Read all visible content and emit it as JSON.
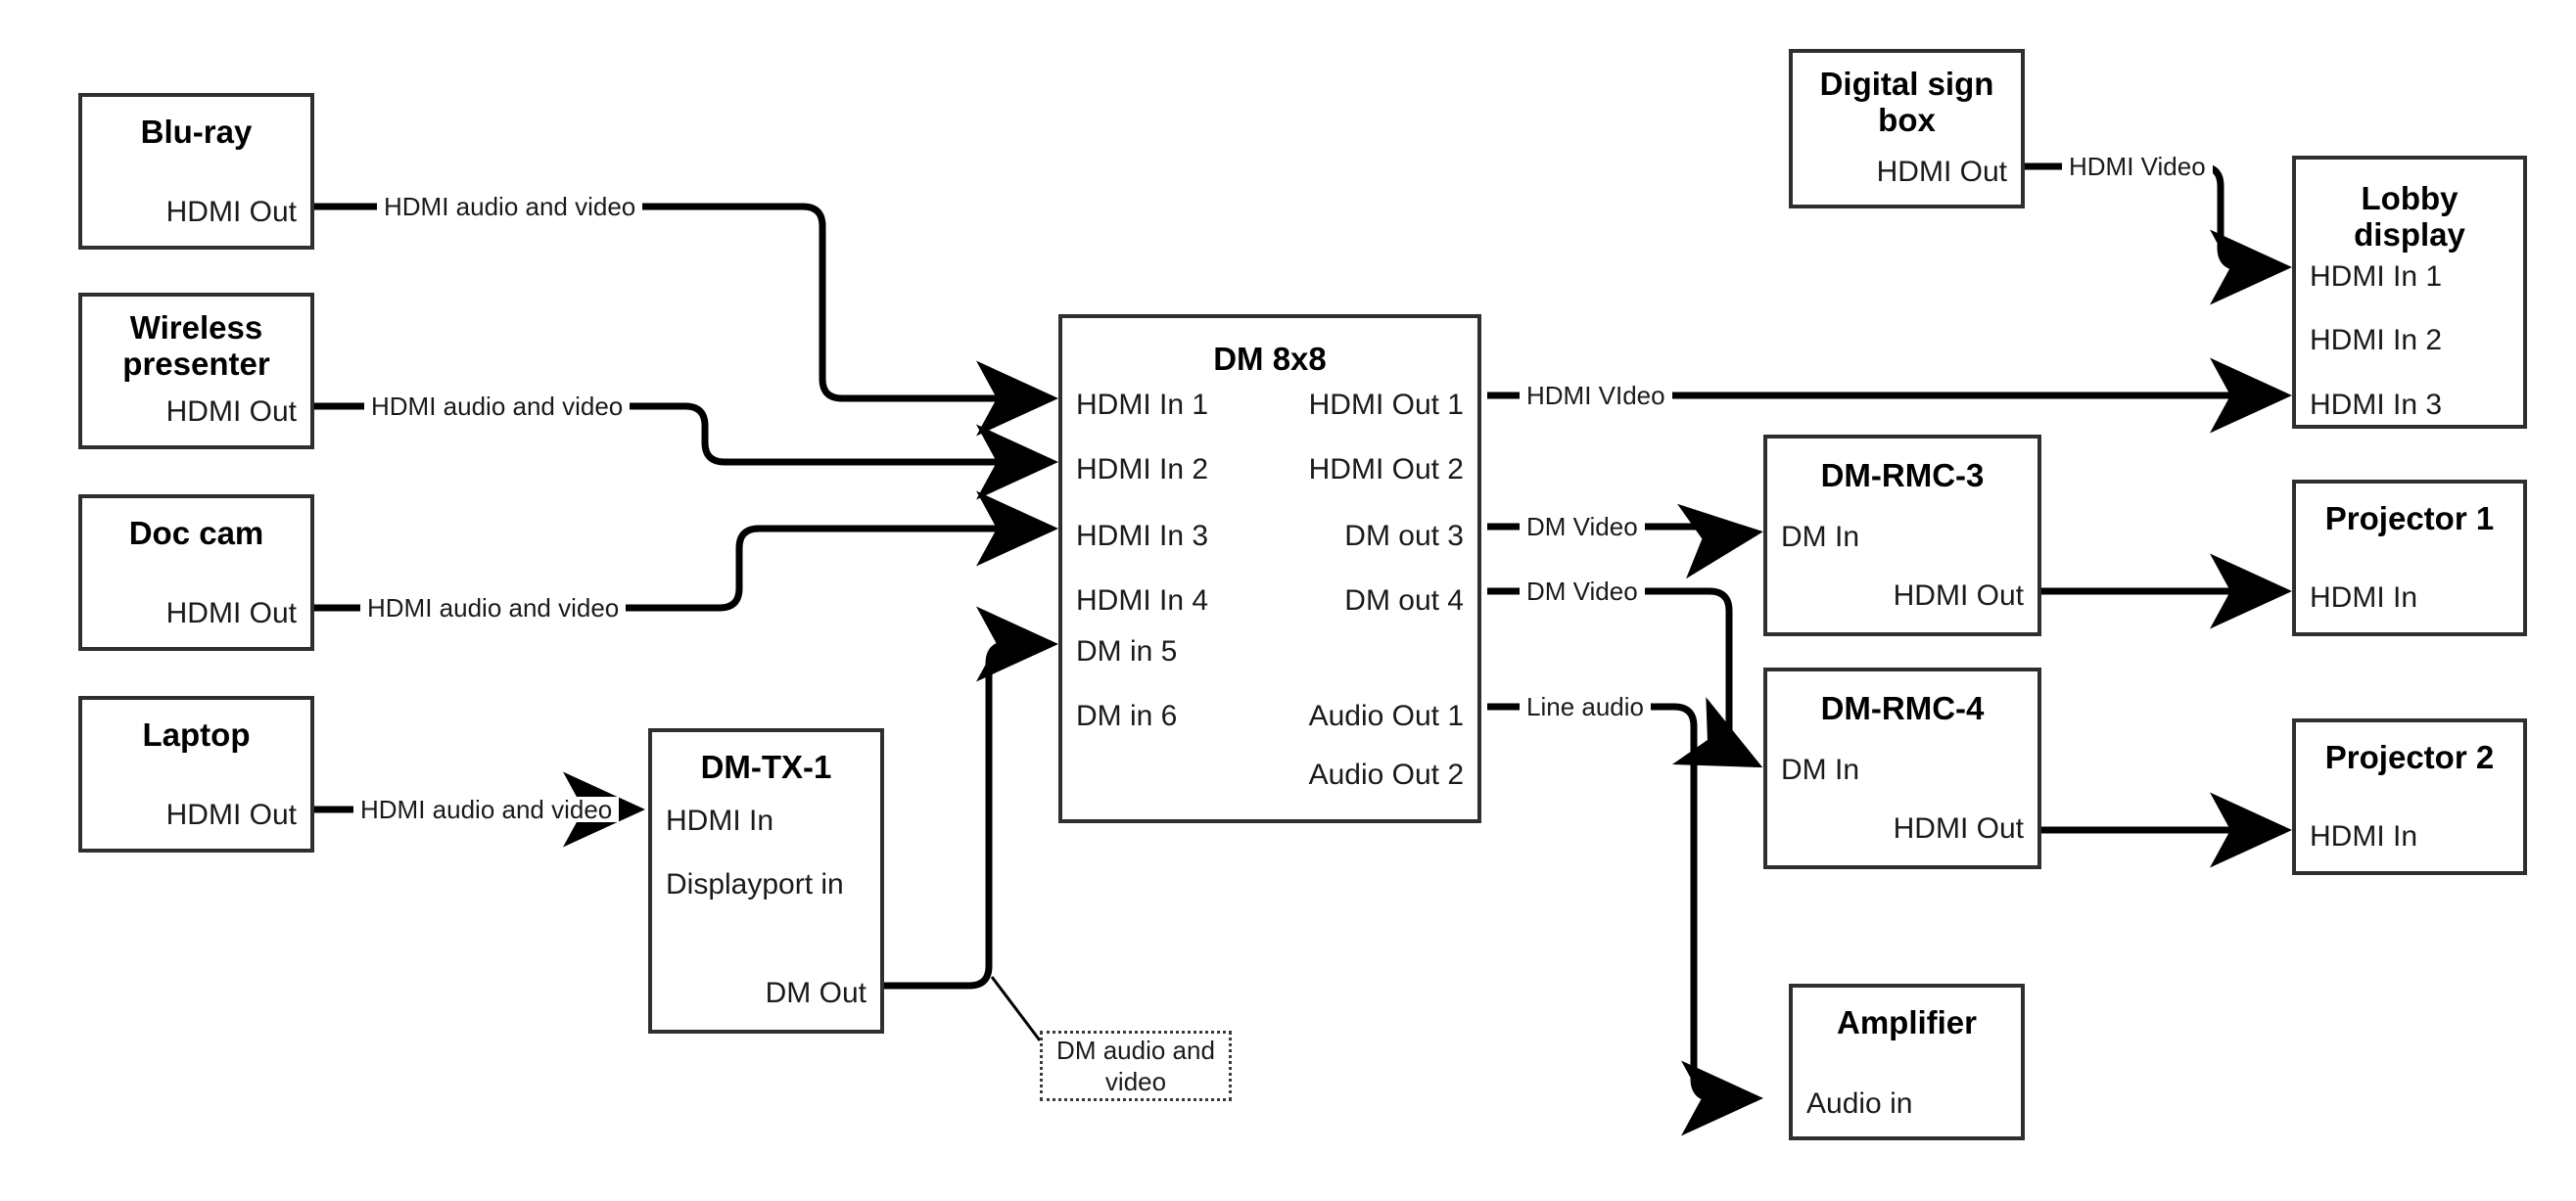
{
  "diagram": {
    "title": "AV signal flow diagram",
    "stroke_color": "#2f2f2f",
    "wire_color": "#000000",
    "background": "#ffffff"
  },
  "nodes": {
    "bluray": {
      "title": "Blu-ray",
      "ports_right": [
        "HDMI Out"
      ]
    },
    "wireless": {
      "title": "Wireless\npresenter",
      "ports_right": [
        "HDMI Out"
      ]
    },
    "doccam": {
      "title": "Doc cam",
      "ports_right": [
        "HDMI Out"
      ]
    },
    "laptop": {
      "title": "Laptop",
      "ports_right": [
        "HDMI Out"
      ]
    },
    "dmtx1": {
      "title": "DM-TX-1",
      "ports_left": [
        "HDMI In",
        "Displayport in"
      ],
      "ports_right": [
        "DM Out"
      ]
    },
    "dm8x8": {
      "title": "DM 8x8",
      "ports_left": [
        "HDMI In 1",
        "HDMI In 2",
        "HDMI In 3",
        "HDMI In 4",
        "DM in 5",
        "DM in 6"
      ],
      "ports_right": [
        "HDMI Out 1",
        "HDMI Out 2",
        "DM out 3",
        "DM out 4",
        "Audio Out 1",
        "Audio Out 2"
      ]
    },
    "digitalsign": {
      "title": "Digital sign\nbox",
      "ports_right": [
        "HDMI Out"
      ]
    },
    "lobby": {
      "title": "Lobby\ndisplay",
      "ports_left": [
        "HDMI In 1",
        "HDMI In 2",
        "HDMI In 3"
      ]
    },
    "rmc3": {
      "title": "DM-RMC-3",
      "ports_left": [
        "DM In"
      ],
      "ports_right": [
        "HDMI Out"
      ]
    },
    "rmc4": {
      "title": "DM-RMC-4",
      "ports_left": [
        "DM In"
      ],
      "ports_right": [
        "HDMI Out"
      ]
    },
    "projector1": {
      "title": "Projector 1",
      "ports_left": [
        "HDMI In"
      ]
    },
    "projector2": {
      "title": "Projector 2",
      "ports_left": [
        "HDMI In"
      ]
    },
    "amplifier": {
      "title": "Amplifier",
      "ports_left": [
        "Audio in"
      ]
    }
  },
  "annotations": {
    "dm_audio_video_note": "DM audio and video"
  },
  "wire_labels": {
    "bluray_to_dm": "HDMI audio and video",
    "wireless_to_dm": "HDMI audio and video",
    "doccam_to_dm": "HDMI audio and video",
    "laptop_to_dmtx1": "HDMI audio and video",
    "sign_to_lobby": "HDMI Video",
    "dm_hdmiout1_lobby": "HDMI VIdeo",
    "dm_out3_rmc3": "DM Video",
    "dm_out4_rmc4": "DM Video",
    "dm_audio1_amp": "Line audio"
  }
}
